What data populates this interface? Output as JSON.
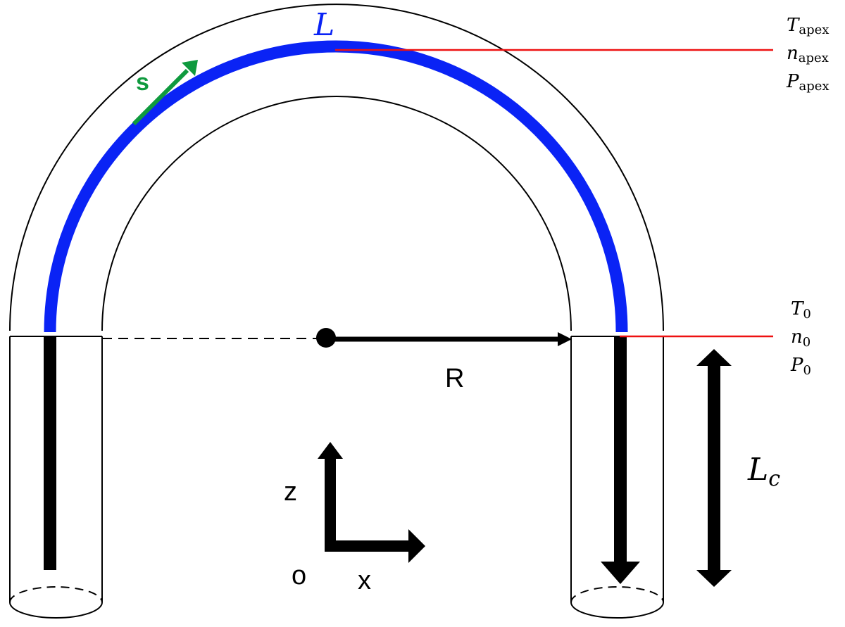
{
  "labels": {
    "loop_length": "L",
    "coordinate": "s",
    "radius": "R",
    "z_axis": "z",
    "x_axis": "x",
    "origin": "o",
    "conductive_length_base": "L",
    "conductive_length_sub": "c"
  },
  "apex": {
    "T_base": "T",
    "T_sub": "apex",
    "n_base": "n",
    "n_sub": "apex",
    "P_base": "P",
    "P_sub": "apex"
  },
  "footpoint": {
    "T_base": "T",
    "T_sub": "0",
    "n_base": "n",
    "n_sub": "0",
    "P_base": "P",
    "P_sub": "0"
  },
  "colors": {
    "loop_blue": "#0a23f5",
    "marker_red": "#ee1111",
    "arrow_green": "#0f9a3e",
    "outline_black": "#000000"
  }
}
